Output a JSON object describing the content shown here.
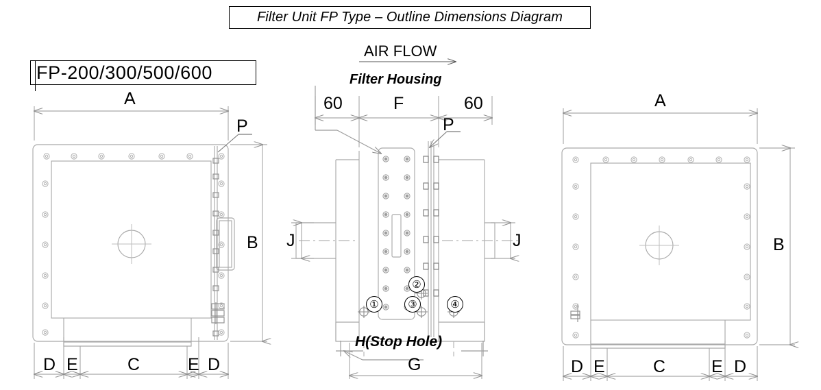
{
  "header": {
    "title": "Filter Unit FP Type – Outline Dimensions Diagram"
  },
  "model_label": {
    "text": "FP-200/300/500/600"
  },
  "views": {
    "left": {
      "name": "front-view",
      "dimensions": {
        "width_label": "A",
        "height_label": "B",
        "bottom_chain": [
          "D",
          "E",
          "C",
          "E",
          "D"
        ]
      },
      "leaders": {
        "panel": "P"
      }
    },
    "middle": {
      "name": "section-view",
      "airflow_label": "AIR FLOW",
      "housing_label": "Filter Housing",
      "dimensions": {
        "left_offset": "60",
        "center_label": "F",
        "right_offset": "60",
        "duct_left": "J",
        "duct_right": "J",
        "stop_hole": "H(Stop Hole)",
        "overall_width": "G"
      },
      "leaders": {
        "panel": "P"
      },
      "callouts": [
        "①",
        "②",
        "③",
        "④"
      ]
    },
    "right": {
      "name": "rear-view",
      "dimensions": {
        "width_label": "A",
        "height_label": "B",
        "bottom_chain": [
          "D",
          "E",
          "C",
          "E",
          "D"
        ]
      }
    }
  },
  "style_colors": {
    "ink": "#000000",
    "line": "#a9a9a9",
    "line_light": "#c4c4c4",
    "background": "#ffffff"
  }
}
